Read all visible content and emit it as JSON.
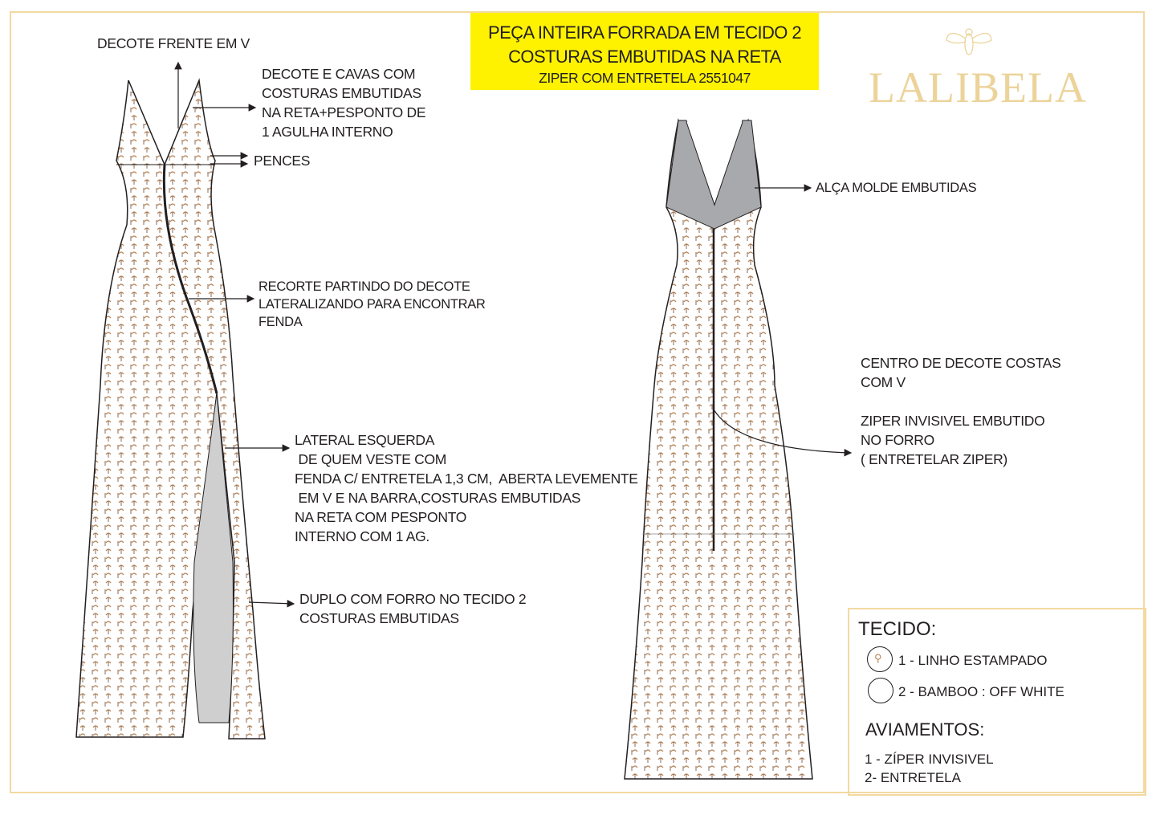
{
  "header": {
    "line1": "PEÇA INTEIRA FORRADA EM TECIDO 2",
    "line2": "COSTURAS EMBUTIDAS NA RETA",
    "line3": "ZIPER COM ENTRETELA 2551047"
  },
  "brand": {
    "name": "LALIBELA",
    "color": "#ecd39a"
  },
  "front_notes": {
    "decote": "DECOTE FRENTE EM V",
    "cavas": "DECOTE E CAVAS COM\nCOSTURAS EMBUTIDAS\nNA RETA+PESPONTO DE\n1 AGULHA INTERNO",
    "pences": "PENCES",
    "recorte": "RECORTE PARTINDO DO DECOTE\nLATERALIZANDO PARA ENCONTRAR\nFENDA",
    "lateral": "LATERAL ESQUERDA\n DE QUEM VESTE COM\nFENDA C/ ENTRETELA 1,3 CM,  ABERTA LEVEMENTE\n EM V E NA BARRA,COSTURAS EMBUTIDAS\nNA RETA COM PESPONTO\nINTERNO COM 1 AG.",
    "duplo": "DUPLO COM FORRO NO TECIDO 2\nCOSTURAS EMBUTIDAS"
  },
  "back_notes": {
    "alca": "ALÇA MOLDE EMBUTIDAS",
    "centro": "CENTRO DE DECOTE COSTAS\nCOM V",
    "ziper": "ZIPER INVISIVEL EMBUTIDO\nNO FORRO\n( ENTRETELAR ZIPER)"
  },
  "legend": {
    "tecido_title": "TECIDO:",
    "tecidos": [
      "1 - LINHO ESTAMPADO",
      "2 - BAMBOO : OFF WHITE"
    ],
    "aviamentos_title": "AVIAMENTOS:",
    "aviamentos": [
      "1 - ZÍPER INVISIVEL",
      "2- ENTRETELA"
    ]
  }
}
